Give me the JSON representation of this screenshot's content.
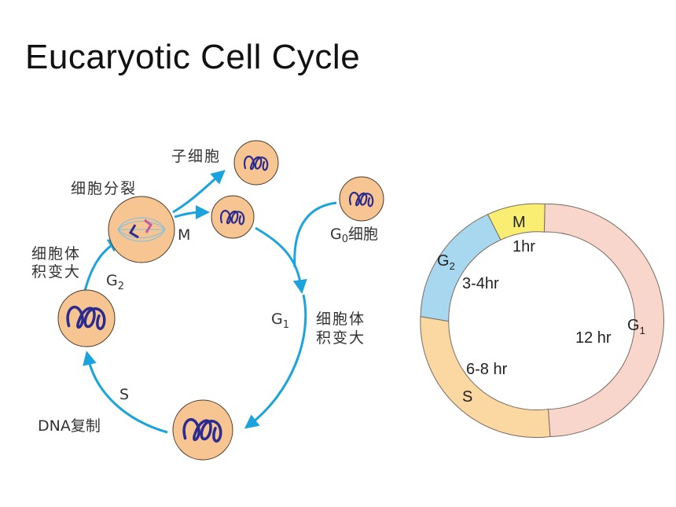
{
  "title": "Eucaryotic Cell Cycle",
  "left_diagram": {
    "daughter_cells": "子细胞",
    "cell_division": "细胞分裂",
    "m_label": "M",
    "g0_prefix": "G",
    "g0_sub": "0",
    "g0_suffix": "细胞",
    "g2_growth_line1": "细胞体",
    "g2_growth_line2": "积变大",
    "g2_main": "G",
    "g2_sub": "2",
    "g1_main": "G",
    "g1_sub": "1",
    "g1_growth_line1": "细胞体",
    "g1_growth_line2": "积变大",
    "s_label": "S",
    "dna_label": "DNA复制"
  },
  "ring_diagram": {
    "m_label": "M",
    "m_time": "1hr",
    "g2_main": "G",
    "g2_sub": "2",
    "g2_time": "3-4hr",
    "g1_main": "G",
    "g1_sub": "1",
    "g1_time": "12 hr",
    "s_label": "S",
    "s_time": "6-8 hr"
  },
  "colors": {
    "arrow": "#1aa3dd",
    "cell_fill": "#f7c591",
    "chromatin": "#2c2b8f",
    "ring_g1": "#f8d6cc",
    "ring_m": "#f9ee72",
    "ring_g2": "#a8d8f0",
    "ring_s": "#fbd8a2"
  }
}
